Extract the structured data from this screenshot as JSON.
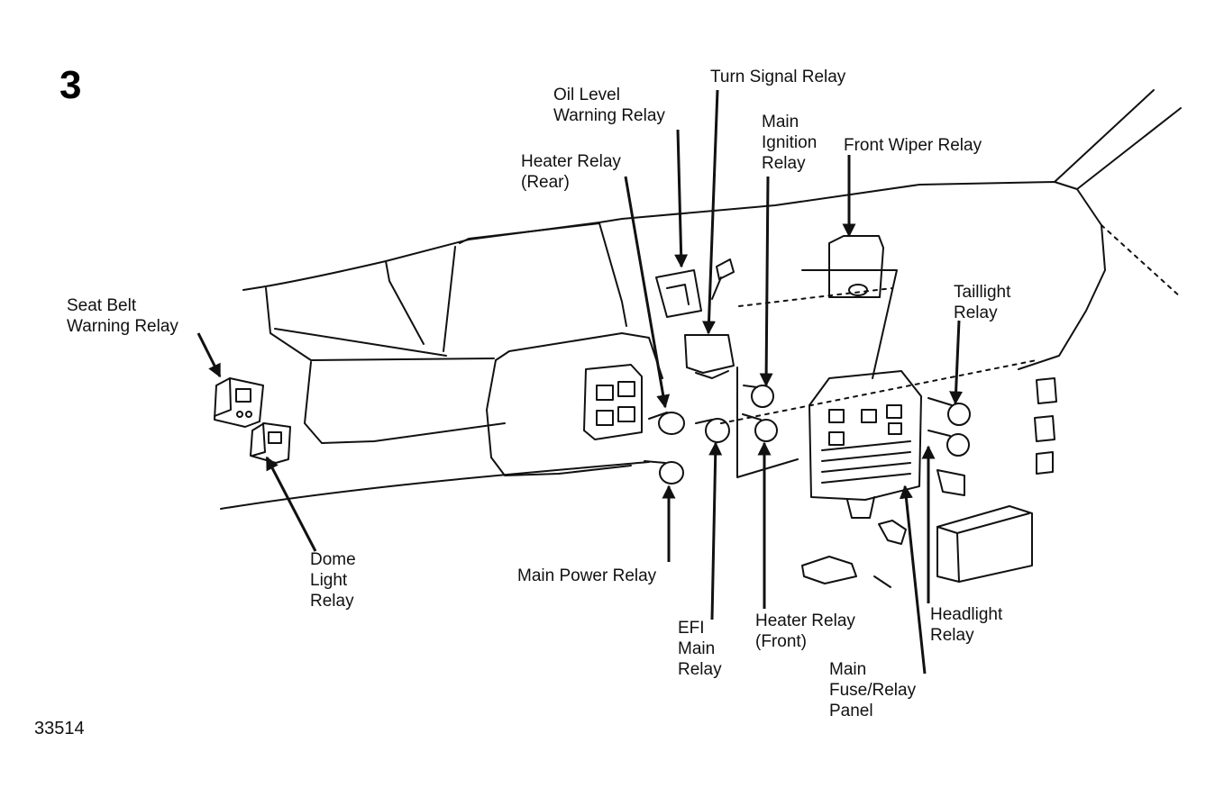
{
  "figure": {
    "number": "3",
    "code": "33514"
  },
  "labels": {
    "seat_belt_warning_relay": [
      "Seat Belt",
      "Warning Relay"
    ],
    "oil_level_warning_relay": [
      "Oil Level",
      "Warning Relay"
    ],
    "turn_signal_relay": [
      "Turn Signal Relay"
    ],
    "heater_relay_rear": [
      "Heater Relay",
      "(Rear)"
    ],
    "main_ignition_relay": [
      "Main",
      "Ignition",
      "Relay"
    ],
    "front_wiper_relay": [
      "Front Wiper Relay"
    ],
    "taillight_relay": [
      "Taillight",
      "Relay"
    ],
    "dome_light_relay": [
      "Dome",
      "Light",
      "Relay"
    ],
    "main_power_relay": [
      "Main Power Relay"
    ],
    "efi_main_relay": [
      "EFI",
      "Main",
      "Relay"
    ],
    "heater_relay_front": [
      "Heater Relay",
      "(Front)"
    ],
    "headlight_relay": [
      "Headlight",
      "Relay"
    ],
    "main_fuse_relay_panel": [
      "Main",
      "Fuse/Relay",
      "Panel"
    ]
  },
  "colors": {
    "ink": "#111111",
    "paper": "#ffffff"
  }
}
